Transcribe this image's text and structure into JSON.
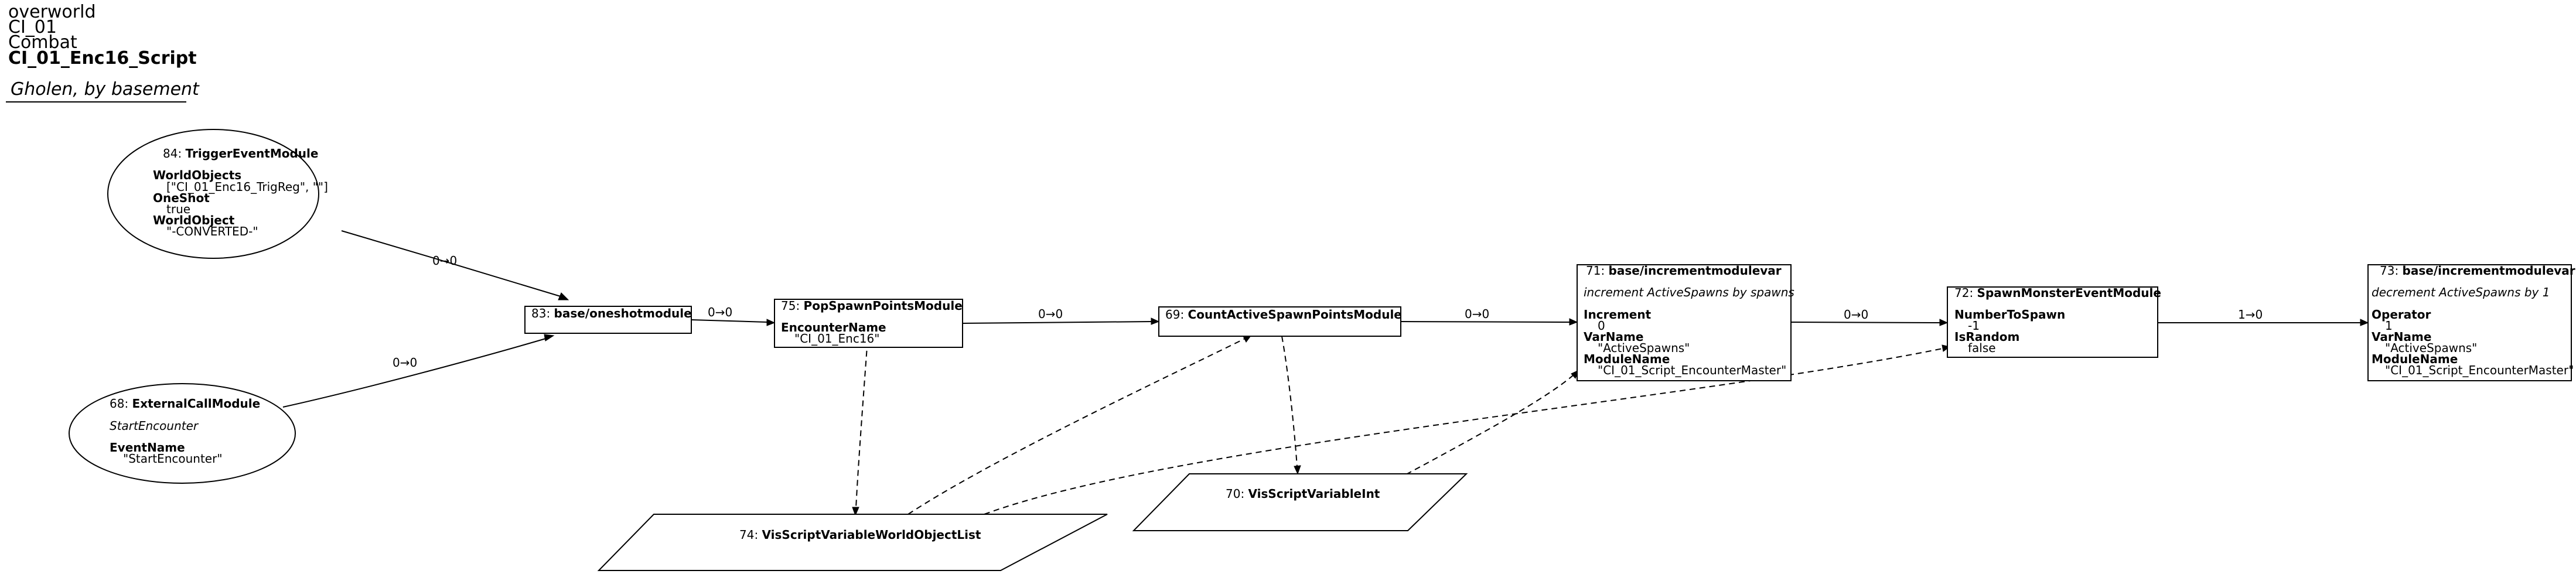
{
  "header": {
    "line1": "overworld",
    "line2": "CI_01",
    "line3": "Combat",
    "title": "CI_01_Enc16_Script",
    "subtitle": "Gholen, by basement"
  },
  "nodes": {
    "n84": {
      "id": "84: ",
      "name": "TriggerEventModule",
      "p1": "WorldObjects",
      "v1": "[\"CI_01_Enc16_TrigReg\", \"\"]",
      "p2": "OneShot",
      "v2": "true",
      "p3": "WorldObject",
      "v3": "\"-CONVERTED-\""
    },
    "n68": {
      "id": "68: ",
      "name": "ExternalCallModule",
      "comment": "StartEncounter",
      "p1": "EventName",
      "v1": "\"StartEncounter\""
    },
    "n83": {
      "id": "83: ",
      "name": "base/oneshotmodule"
    },
    "n75": {
      "id": "75: ",
      "name": "PopSpawnPointsModule",
      "p1": "EncounterName",
      "v1": "\"CI_01_Enc16\""
    },
    "n69": {
      "id": "69: ",
      "name": "CountActiveSpawnPointsModule"
    },
    "n71": {
      "id": "71: ",
      "name": "base/incrementmodulevar",
      "comment": "increment ActiveSpawns by spawns",
      "p1": "Increment",
      "v1": "0",
      "p2": "VarName",
      "v2": "\"ActiveSpawns\"",
      "p3": "ModuleName",
      "v3": "\"CI_01_Script_EncounterMaster\""
    },
    "n72": {
      "id": "72: ",
      "name": "SpawnMonsterEventModule",
      "p1": "NumberToSpawn",
      "v1": "-1",
      "p2": "IsRandom",
      "v2": "false"
    },
    "n73": {
      "id": "73: ",
      "name": "base/incrementmodulevar",
      "comment": "decrement ActiveSpawns by 1",
      "p1": "Operator",
      "v1": "1",
      "p2": "VarName",
      "v2": "\"ActiveSpawns\"",
      "p3": "ModuleName",
      "v3": "\"CI_01_Script_EncounterMaster\""
    },
    "n74": {
      "id": "74: ",
      "name": "VisScriptVariableWorldObjectList"
    },
    "n70": {
      "id": "70: ",
      "name": "VisScriptVariableInt"
    }
  },
  "edges": {
    "e84_83": "0→0",
    "e68_83": "0→0",
    "e83_75": "0→0",
    "e75_69": "0→0",
    "e69_71": "0→0",
    "e71_72": "0→0",
    "e72_73": "1→0"
  }
}
